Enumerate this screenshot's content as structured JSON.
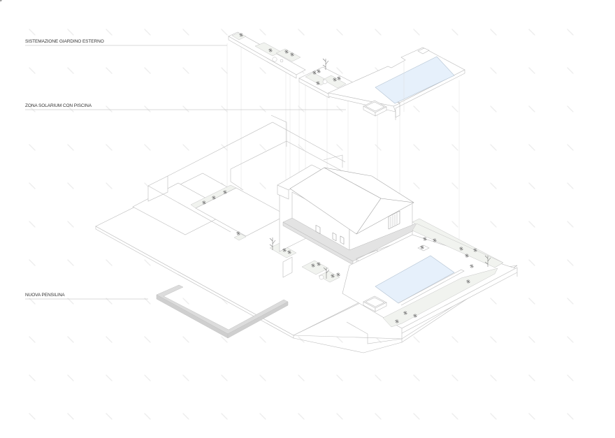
{
  "diagram": {
    "type": "axonometric-architectural-exploded-view",
    "labels": [
      {
        "id": "giardino",
        "text": "SISTEMAZIONE GIARDINO ESTERNO"
      },
      {
        "id": "solarium",
        "text": "ZONA SOLARIUM CON PISCINA"
      },
      {
        "id": "pensilina",
        "text": "NUOVA PENSILINA"
      }
    ],
    "colors": {
      "background": "#ffffff",
      "linework": "#bdbdbd",
      "pool": "#e6f0fb",
      "garden": "#f1f3ef",
      "pensilina": "#dcdcdc",
      "label_text": "#333333"
    },
    "components": [
      {
        "name": "exploded-garden-planters",
        "label_ref": "giardino"
      },
      {
        "name": "exploded-solarium-pool-deck",
        "label_ref": "solarium"
      },
      {
        "name": "house-with-hip-roof"
      },
      {
        "name": "ground-pool"
      },
      {
        "name": "courtyard-garden"
      },
      {
        "name": "new-canopy-u-shape",
        "label_ref": "pensilina"
      }
    ]
  }
}
